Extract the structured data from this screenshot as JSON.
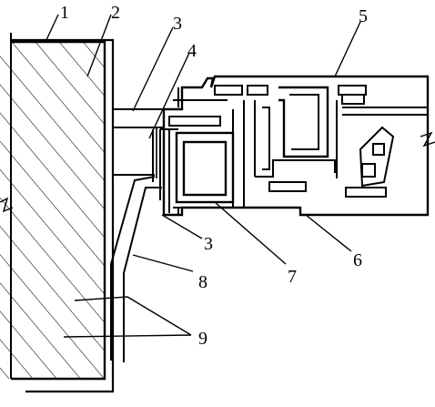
{
  "callouts": {
    "c1": "1",
    "c2": "2",
    "c3_top": "3",
    "c4": "4",
    "c5": "5",
    "c3_bottom": "3",
    "c6": "6",
    "c7": "7",
    "c8": "8",
    "c9": "9"
  },
  "colors": {
    "line": "#000000",
    "background": "#ffffff"
  }
}
